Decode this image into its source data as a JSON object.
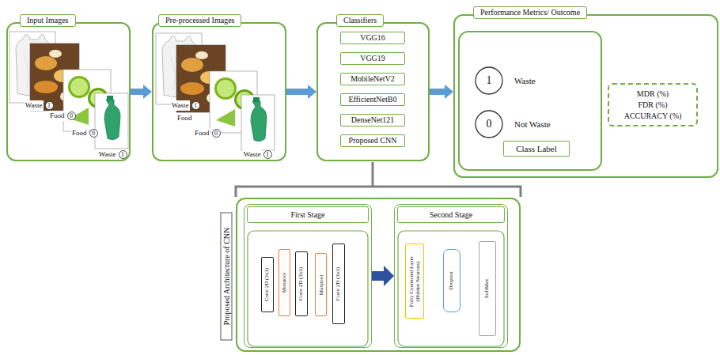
{
  "diagram": {
    "nodes": [
      {
        "text": [
          "Input Images"
        ]
      },
      {
        "text": [
          "Waste",
          "1"
        ],
        "in": 0
      },
      {
        "text": [
          "Food",
          "0"
        ],
        "in": 0
      },
      {
        "text": [
          "Food",
          "0"
        ],
        "in": 0
      },
      {
        "text": [
          "Waste",
          "1"
        ],
        "in": 0
      },
      {
        "text": [
          "Pre-processed Images"
        ]
      },
      {
        "text": [
          "Waste",
          "1"
        ],
        "in": 5
      },
      {
        "text": [
          "Food",
          "0"
        ],
        "in": 5
      },
      {
        "text": [
          "Waste",
          "1"
        ],
        "in": 5
      },
      {
        "text": [
          "Classifiers"
        ]
      },
      {
        "text": [
          "VGG16"
        ],
        "in": 9
      },
      {
        "text": [
          "VGG19"
        ],
        "in": 9
      },
      {
        "text": [
          "MobileNetV2"
        ],
        "in": 9
      },
      {
        "text": [
          "EfficientNetB0"
        ],
        "in": 9
      },
      {
        "text": [
          "DenseNet121"
        ],
        "in": 9
      },
      {
        "text": [
          "Proposed CNN"
        ],
        "in": 9
      },
      {
        "text": [
          "Performance Metrics/ Outcome"
        ]
      },
      {
        "text": [
          "1",
          "Waste"
        ],
        "in": 16
      },
      {
        "text": [
          "0",
          "Not Waste"
        ],
        "in": 16
      },
      {
        "text": [
          "Class Label"
        ],
        "in": 16
      },
      {
        "text": [
          "MDR (%)",
          "FDR (%)",
          "ACCURACY (%)"
        ],
        "in": 16
      },
      {
        "text": [
          "Proposed Architecture of CNN"
        ]
      },
      {
        "text": [
          "First Stage"
        ],
        "in": 21
      },
      {
        "text": [
          "Conv 2D (3x3)"
        ],
        "in": 22
      },
      {
        "text": [
          "Maxpool"
        ],
        "in": 22
      },
      {
        "text": [
          "Conv 2D (3x3)"
        ],
        "in": 22
      },
      {
        "text": [
          "Maxpool"
        ],
        "in": 22
      },
      {
        "text": [
          "Conv 2D (3x3)"
        ],
        "in": 22
      },
      {
        "text": [
          "Second Stage"
        ],
        "in": 21
      },
      {
        "text": [
          "Fully Connected Layer (Hidden Neurons)"
        ],
        "in": 28
      },
      {
        "text": [
          "Dropout"
        ],
        "in": 28
      },
      {
        "text": [
          "SoftMax"
        ],
        "in": 28
      }
    ],
    "edges": [
      {
        "from": 0,
        "to": 5,
        "arrow": "to"
      },
      {
        "from": 5,
        "to": 9,
        "arrow": "to"
      },
      {
        "from": 9,
        "to": 16,
        "arrow": "to"
      },
      {
        "from": 22,
        "to": 28,
        "arrow": "to"
      }
    ],
    "labels": [
      "Food"
    ]
  }
}
